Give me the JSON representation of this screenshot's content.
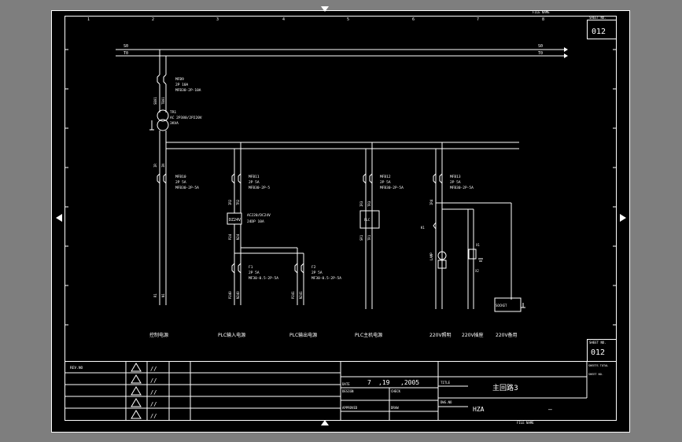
{
  "sheet": {
    "sheet_no": "012",
    "sheet_no_bottom": "012",
    "sheet_no_label": "SHEET NO.",
    "sheet_no_label_bottom": "SHEET NO.",
    "file_name_label": "FILE NAME",
    "file_name_label_bottom": "FILE NAME"
  },
  "border": {
    "columns": [
      "1",
      "2",
      "3",
      "4",
      "5",
      "6",
      "7",
      "8"
    ]
  },
  "bus": {
    "top_left": "S0",
    "bottom_left": "T0",
    "top_right": "S0",
    "bottom_right": "T0"
  },
  "circuit": {
    "mfb9": [
      "MFB9",
      "2P 10A",
      "MFB30-2P-10A"
    ],
    "wire_sb01": "SB01",
    "wire_tb01": "TB01",
    "tr1": [
      "TR1",
      "AC 2P380/2P220V",
      "3KVA"
    ],
    "wire_r_ir": "IR",
    "wire_n_ir": "IN",
    "mfb10": [
      "MFB10",
      "2P 5A",
      "MFB30-2P-5A"
    ],
    "mfb11": [
      "MFB11",
      "2P 5A",
      "MFB30-2P-5"
    ],
    "mfb12": [
      "MFB12",
      "2P 5A",
      "MFB30-2P-5A"
    ],
    "mfb13": [
      "MFB13",
      "2P 5A",
      "MFB30-2P-5A"
    ],
    "wire_ir2": "IR2",
    "wire_tr2": "TR2",
    "psu_box": "DZ24V",
    "psu": [
      "AC220/DC24V",
      "24DP 10A"
    ],
    "wire_p24": "P24",
    "wire_n24": "N24",
    "f1": [
      "F1",
      "2P 5A",
      "MF30-0.5-2P-5A"
    ],
    "f2": [
      "F2",
      "2P 5A",
      "MF30-0.5-2P-5A"
    ],
    "wire_p240": "P240",
    "wire_n240": "N240",
    "wire_p241": "P241",
    "wire_n241": "N241",
    "plc_box": "PLC",
    "wire_ir3": "IR3",
    "wire_tr3": "TR3",
    "wire_sr1": "SR1",
    "wire_tr1": "TR1",
    "wire_ir4": "IR4",
    "wire_r1": "R1",
    "wire_n1": "N1",
    "wire_k1": "K1",
    "wire_lamp": "LAMP",
    "wire_x1": "X1",
    "wire_x2": "X2",
    "socket_box": "SOCKET",
    "caption_1": "控制电源",
    "caption_2": "PLC输入电源",
    "caption_3": "PLC输出电源",
    "caption_4": "PLC主机电源",
    "caption_5": "220V照明",
    "caption_6": "220V插座",
    "caption_7": "220V备用"
  },
  "title_block": {
    "revision_header": "REV.NO",
    "revision_marks": [
      "//",
      "//",
      "//",
      "//",
      "//"
    ],
    "date_label": "DATE",
    "date_month": "7",
    "date_day": ",19",
    "date_year": ",2005",
    "title_label": "TITLE",
    "title_value": "主回路3",
    "design_label": "DESIGN",
    "check_label": "CHECK",
    "approved_label": "APPROVED",
    "draw_label": "DRAW",
    "drawing_no_label": "DWG.NO",
    "drawing_no_value": "HZA",
    "drawing_no_suffix": "—",
    "sheet_count_label": "SHEETS TOTAL",
    "sheet_count_sub": "SHEET NO."
  }
}
